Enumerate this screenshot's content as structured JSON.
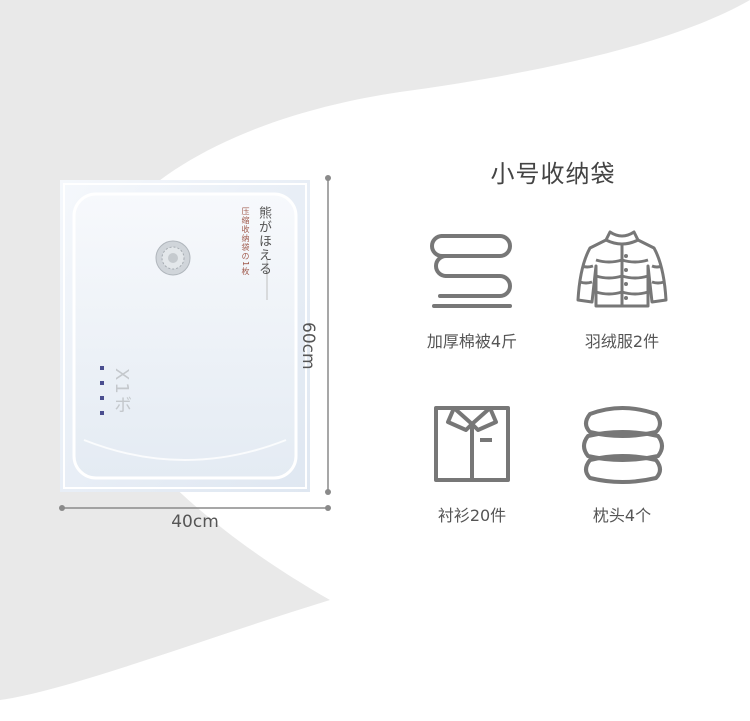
{
  "title": "小号收纳袋",
  "dimensions": {
    "width": "40cm",
    "height": "60cm"
  },
  "bag": {
    "brand": "熊がほえる",
    "subtitle": "压缩收纳袋の1枚",
    "side_text": "X1ボ"
  },
  "items": [
    {
      "icon": "folded-quilt-icon",
      "label": "加厚棉被4斤"
    },
    {
      "icon": "down-jacket-icon",
      "label": "羽绒服2件"
    },
    {
      "icon": "shirt-icon",
      "label": "衬衫20件"
    },
    {
      "icon": "pillow-stack-icon",
      "label": "枕头4个"
    }
  ]
}
